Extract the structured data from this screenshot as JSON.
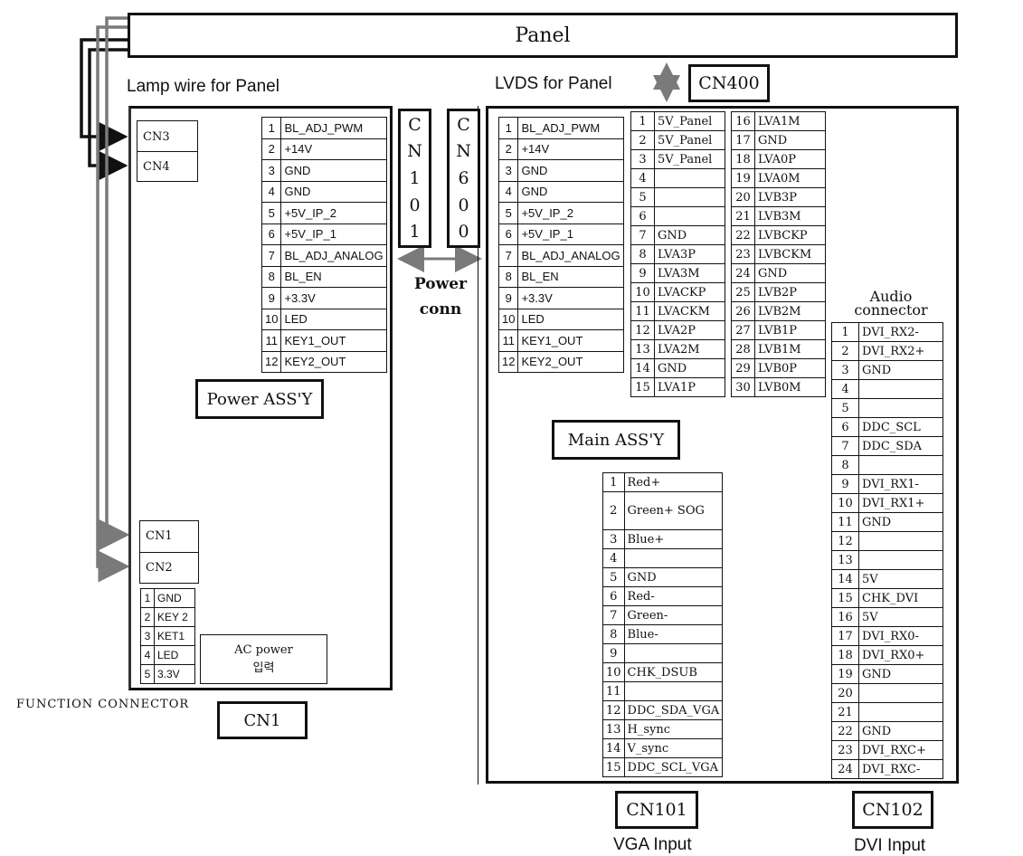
{
  "panel": {
    "label": "Panel"
  },
  "labels": {
    "lamp_wire": "Lamp wire for Panel",
    "lvds": "LVDS for Panel",
    "cn400": "CN400",
    "power_conn_1": "Power",
    "power_conn_2": "conn",
    "power_assy": "Power ASS'Y",
    "main_assy": "Main ASS'Y",
    "function_connector": "FUNCTION CONNECTOR",
    "cn1_box": "CN1",
    "cn101": "CN101",
    "cn102": "CN102",
    "vga_input": "VGA Input",
    "dvi_input": "DVI Input",
    "audio_1": "Audio",
    "audio_2": "connector",
    "cn3": "CN3",
    "cn4": "CN4",
    "cn1_small": "CN1",
    "cn2": "CN2",
    "ac_power_1": "AC power",
    "ac_power_2": "입력"
  },
  "cn101_vertical": [
    "C",
    "N",
    "1",
    "0",
    "1"
  ],
  "cn600_vertical": [
    "C",
    "N",
    "6",
    "0",
    "0"
  ],
  "power_pins": [
    [
      "1",
      "BL_ADJ_PWM"
    ],
    [
      "2",
      "+14V"
    ],
    [
      "3",
      "GND"
    ],
    [
      "4",
      "GND"
    ],
    [
      "5",
      "+5V_IP_2"
    ],
    [
      "6",
      "+5V_IP_1"
    ],
    [
      "7",
      "BL_ADJ_ANALOG"
    ],
    [
      "8",
      "BL_EN"
    ],
    [
      "9",
      "+3.3V"
    ],
    [
      "10",
      "LED"
    ],
    [
      "11",
      "KEY1_OUT"
    ],
    [
      "12",
      "KEY2_OUT"
    ]
  ],
  "main_power_pins": [
    [
      "1",
      "BL_ADJ_PWM"
    ],
    [
      "2",
      "+14V"
    ],
    [
      "3",
      "GND"
    ],
    [
      "4",
      "GND"
    ],
    [
      "5",
      "+5V_IP_2"
    ],
    [
      "6",
      "+5V_IP_1"
    ],
    [
      "7",
      "BL_ADJ_ANALOG"
    ],
    [
      "8",
      "BL_EN"
    ],
    [
      "9",
      "+3.3V"
    ],
    [
      "10",
      "LED"
    ],
    [
      "11",
      "KEY1_OUT"
    ],
    [
      "12",
      "KEY2_OUT"
    ]
  ],
  "lvds_pins_a": [
    [
      "1",
      "5V_Panel"
    ],
    [
      "2",
      "5V_Panel"
    ],
    [
      "3",
      "5V_Panel"
    ],
    [
      "4",
      ""
    ],
    [
      "5",
      ""
    ],
    [
      "6",
      ""
    ],
    [
      "7",
      "GND"
    ],
    [
      "8",
      "LVA3P"
    ],
    [
      "9",
      "LVA3M"
    ],
    [
      "10",
      "LVACKP"
    ],
    [
      "11",
      "LVACKM"
    ],
    [
      "12",
      "LVA2P"
    ],
    [
      "13",
      "LVA2M"
    ],
    [
      "14",
      "GND"
    ],
    [
      "15",
      "LVA1P"
    ]
  ],
  "lvds_pins_b": [
    [
      "16",
      "LVA1M"
    ],
    [
      "17",
      "GND"
    ],
    [
      "18",
      "LVA0P"
    ],
    [
      "19",
      "LVA0M"
    ],
    [
      "20",
      "LVB3P"
    ],
    [
      "21",
      "LVB3M"
    ],
    [
      "22",
      "LVBCKP"
    ],
    [
      "23",
      "LVBCKM"
    ],
    [
      "24",
      "GND"
    ],
    [
      "25",
      "LVB2P"
    ],
    [
      "26",
      "LVB2M"
    ],
    [
      "27",
      "LVB1P"
    ],
    [
      "28",
      "LVB1M"
    ],
    [
      "29",
      "LVB0P"
    ],
    [
      "30",
      "LVB0M"
    ]
  ],
  "function_pins": [
    [
      "1",
      "GND"
    ],
    [
      "2",
      "KEY 2"
    ],
    [
      "3",
      "KET1"
    ],
    [
      "4",
      "LED"
    ],
    [
      "5",
      "3.3V"
    ]
  ],
  "vga_pins": [
    [
      "1",
      "Red+"
    ],
    [
      "2",
      "Green+ SOG"
    ],
    [
      "3",
      "Blue+"
    ],
    [
      "4",
      ""
    ],
    [
      "5",
      "GND"
    ],
    [
      "6",
      "Red-"
    ],
    [
      "7",
      "Green-"
    ],
    [
      "8",
      "Blue-"
    ],
    [
      "9",
      ""
    ],
    [
      "10",
      "CHK_DSUB"
    ],
    [
      "11",
      ""
    ],
    [
      "12",
      "DDC_SDA_VGA"
    ],
    [
      "13",
      "H_sync"
    ],
    [
      "14",
      "V_sync"
    ],
    [
      "15",
      "DDC_SCL_VGA"
    ]
  ],
  "dvi_pins": [
    [
      "1",
      "DVI_RX2-"
    ],
    [
      "2",
      "DVI_RX2+"
    ],
    [
      "3",
      "GND"
    ],
    [
      "4",
      ""
    ],
    [
      "5",
      ""
    ],
    [
      "6",
      "DDC_SCL"
    ],
    [
      "7",
      "DDC_SDA"
    ],
    [
      "8",
      ""
    ],
    [
      "9",
      "DVI_RX1-"
    ],
    [
      "10",
      "DVI_RX1+"
    ],
    [
      "11",
      "GND"
    ],
    [
      "12",
      ""
    ],
    [
      "13",
      ""
    ],
    [
      "14",
      "5V"
    ],
    [
      "15",
      "CHK_DVI"
    ],
    [
      "16",
      "5V"
    ],
    [
      "17",
      "DVI_RX0-"
    ],
    [
      "18",
      "DVI_RX0+"
    ],
    [
      "19",
      "GND"
    ],
    [
      "20",
      ""
    ],
    [
      "21",
      ""
    ],
    [
      "22",
      "GND"
    ],
    [
      "23",
      "DVI_RXC+"
    ],
    [
      "24",
      "DVI_RXC-"
    ]
  ],
  "colors": {
    "line": "#111111",
    "wire_gray": "#7a7a7a"
  }
}
